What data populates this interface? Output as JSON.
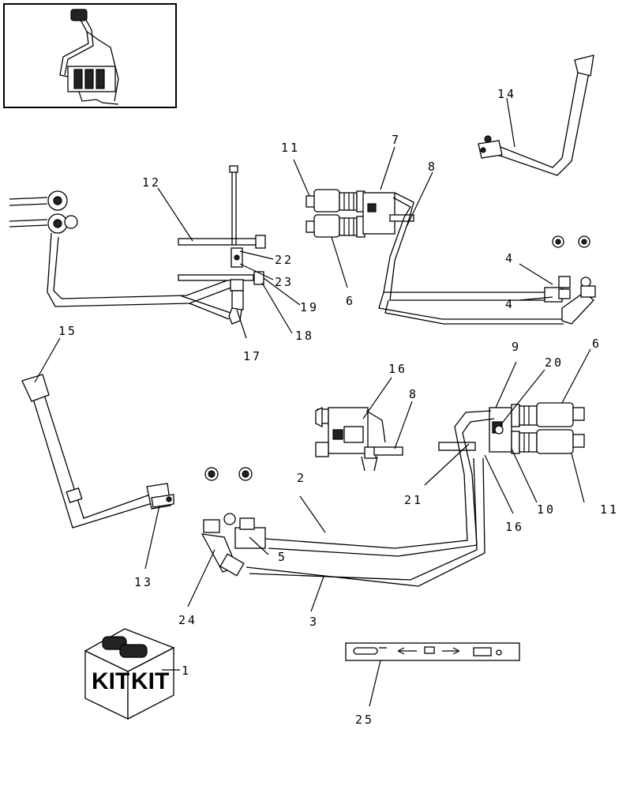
{
  "kit_label_left": "KIT",
  "kit_label_right": "KIT",
  "callouts": [
    {
      "id": "c1",
      "label": "1"
    },
    {
      "id": "c2",
      "label": "2"
    },
    {
      "id": "c3",
      "label": "3"
    },
    {
      "id": "c4a",
      "label": "4"
    },
    {
      "id": "c4b",
      "label": "4"
    },
    {
      "id": "c5",
      "label": "5"
    },
    {
      "id": "c6a",
      "label": "6"
    },
    {
      "id": "c6b",
      "label": "6"
    },
    {
      "id": "c7",
      "label": "7"
    },
    {
      "id": "c8a",
      "label": "8"
    },
    {
      "id": "c8b",
      "label": "8"
    },
    {
      "id": "c9",
      "label": "9"
    },
    {
      "id": "c10",
      "label": "10"
    },
    {
      "id": "c11a",
      "label": "11"
    },
    {
      "id": "c11b",
      "label": "11"
    },
    {
      "id": "c12",
      "label": "12"
    },
    {
      "id": "c13",
      "label": "13"
    },
    {
      "id": "c14",
      "label": "14"
    },
    {
      "id": "c15",
      "label": "15"
    },
    {
      "id": "c16a",
      "label": "16"
    },
    {
      "id": "c16b",
      "label": "16"
    },
    {
      "id": "c17",
      "label": "17"
    },
    {
      "id": "c18",
      "label": "18"
    },
    {
      "id": "c19",
      "label": "19"
    },
    {
      "id": "c20",
      "label": "20"
    },
    {
      "id": "c21",
      "label": "21"
    },
    {
      "id": "c22",
      "label": "22"
    },
    {
      "id": "c23",
      "label": "23"
    },
    {
      "id": "c24",
      "label": "24"
    },
    {
      "id": "c25",
      "label": "25"
    }
  ]
}
